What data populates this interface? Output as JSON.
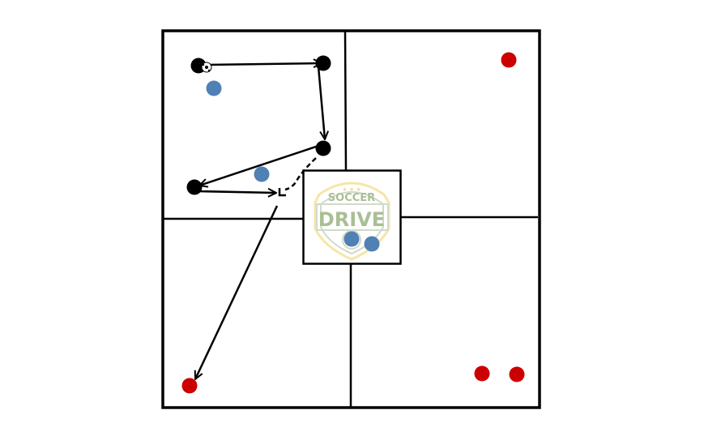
{
  "logo": {
    "line1": "SOCCER",
    "line2": "DRIVE"
  },
  "colors": {
    "attacker": "#000000",
    "defender": "#4f81b4",
    "cone": "#cc0000",
    "logo_green": "#a9bf94",
    "logo_gold": "#f5e19a"
  },
  "players": {
    "attackers": 4,
    "defenders": 4,
    "targets": 4
  }
}
